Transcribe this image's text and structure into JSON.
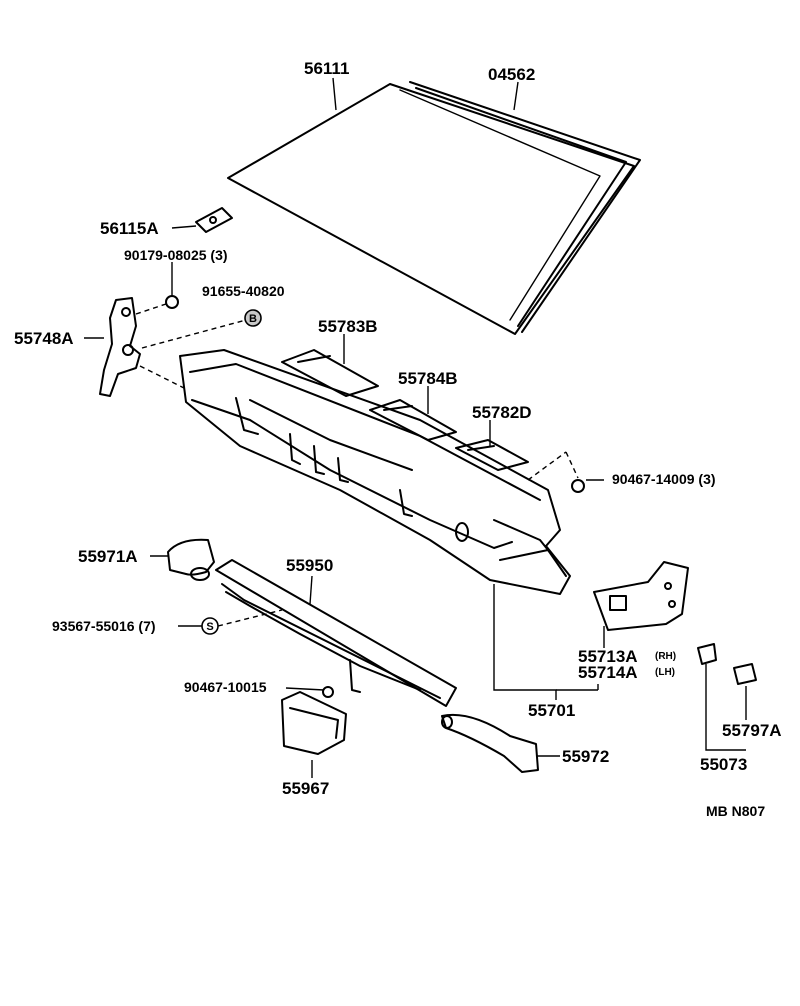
{
  "labels": {
    "p56111": "56111",
    "p04562": "04562",
    "p56115A": "56115A",
    "p90179": "90179-08025 (3)",
    "p91655": "91655-40820",
    "p55748A": "55748A",
    "p55783B": "55783B",
    "p55784B": "55784B",
    "p55782D": "55782D",
    "p90467_14009": "90467-14009 (3)",
    "p55971A": "55971A",
    "p55950": "55950",
    "p93567": "93567-55016 (7)",
    "p90467_10015": "90467-10015",
    "p55967": "55967",
    "p55972": "55972",
    "p55701": "55701",
    "p55713A": "55713A",
    "p55713A_side": "(RH)",
    "p55714A": "55714A",
    "p55714A_side": "(LH)",
    "p55797A": "55797A",
    "p55073": "55073",
    "code": "MB  N807"
  },
  "markers": {
    "b": "B",
    "s": "S"
  }
}
